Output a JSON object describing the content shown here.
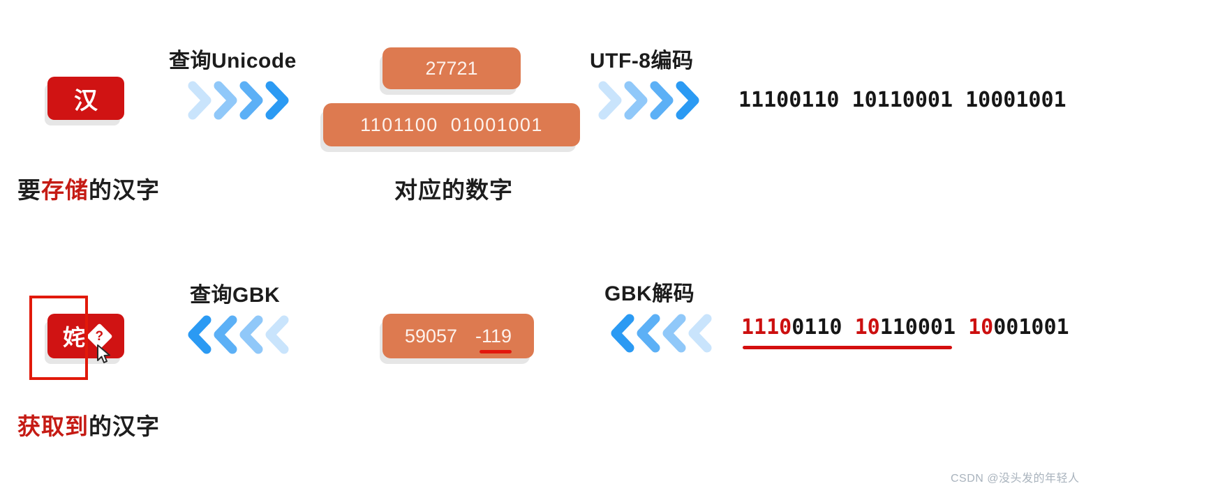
{
  "top_flow": {
    "char": "汉",
    "step1_label": "查询Unicode",
    "codepoint_value": "27721",
    "unicode_binary": "1101100  01001001",
    "step2_label": "UTF-8编码",
    "utf8_binary": "11100110 10110001 10001001",
    "caption_segments": [
      {
        "text": "要",
        "red": false
      },
      {
        "text": "存储",
        "red": true
      },
      {
        "text": "的汉字",
        "red": false
      }
    ],
    "number_caption": "对应的数字"
  },
  "bottom_flow": {
    "char": "姹",
    "replacement_mark": "?",
    "step1_label": "查询GBK",
    "gbk_value": "59057",
    "signed_byte_value": "-119",
    "step2_label": "GBK解码",
    "binary_segments": [
      {
        "text": "1110",
        "red": true
      },
      {
        "text": "0110 ",
        "red": false
      },
      {
        "text": "10",
        "red": true
      },
      {
        "text": "110001 ",
        "red": false
      },
      {
        "text": "10",
        "red": true
      },
      {
        "text": "001001",
        "red": false
      }
    ],
    "caption_segments": [
      {
        "text": "获取到",
        "red": true
      },
      {
        "text": "的汉字",
        "red": false
      }
    ]
  },
  "watermark": "CSDN @没头发的年轻人",
  "icons": {
    "arrow_right": "chevron-right-x4",
    "arrow_left": "chevron-left-x4",
    "cursor": "mouse-pointer",
    "replacement": "diamond-question"
  },
  "colors": {
    "box_red": "#d01313",
    "outline_red": "#e1190a",
    "orange": "#dd7a50",
    "highlight_red": "#cc0f0f",
    "underline_red": "#d40f0f",
    "text_black": "#1c1c1c",
    "caption_red": "#c51b14",
    "arrow_blue_dark": "#2b9af3",
    "arrow_blue_mid": "#5cb0f6",
    "arrow_blue_light": "#90c8f9",
    "arrow_blue_lightest": "#c9e4fc",
    "watermark_gray": "#a9b3bd"
  }
}
